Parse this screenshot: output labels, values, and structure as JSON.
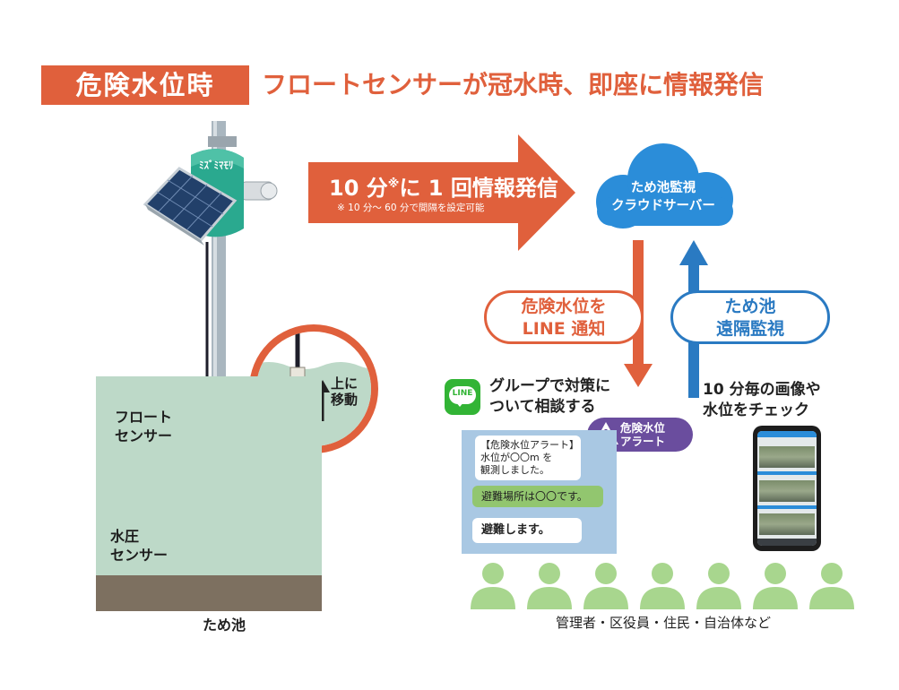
{
  "header": {
    "badge": "危険水位時",
    "title": "フロートセンサーが冠水時、即座に情報発信"
  },
  "device": {
    "brand": "ﾐｽﾞﾐﾏﾓﾘ"
  },
  "pond": {
    "label": "ため池",
    "float_sensor_label": [
      "フロート",
      "センサー"
    ],
    "pressure_sensor_label": [
      "水圧",
      "センサー"
    ],
    "callout_label": [
      "上に",
      "移動"
    ]
  },
  "transmit": {
    "label_main": "10 分",
    "label_mark": "※",
    "label_rest": "に 1 回情報発信",
    "note": "※ 10 分〜 60 分で間隔を設定可能"
  },
  "cloud": {
    "label": [
      "ため池監視",
      "クラウドサーバー"
    ]
  },
  "notify": {
    "label": [
      "危険水位を",
      "LINE 通知"
    ]
  },
  "monitor": {
    "label": [
      "ため池",
      "遠隔監視"
    ]
  },
  "line": {
    "icon_text": "LINE",
    "caption": [
      "グループで対策に",
      "ついて相談する"
    ],
    "messages": [
      [
        "【危険水位アラート】",
        "水位が〇〇m を",
        "観測しました。"
      ],
      "避難場所は〇〇です。",
      "避難します。"
    ],
    "alert_label": [
      "危険水位",
      "アラート"
    ]
  },
  "phone": {
    "caption": [
      "10 分毎の画像や",
      "水位をチェック"
    ]
  },
  "members": {
    "count": 7,
    "caption": "管理者・区役員・住民・自治体など"
  },
  "colors": {
    "accent": "#e0603c",
    "blue": "#2a7ac2",
    "cloud": "#2b8dd9",
    "member": "#a8d68e",
    "line_green": "#32b435",
    "alert_purple": "#6a4d9e",
    "device_teal": "#2aa98f"
  }
}
